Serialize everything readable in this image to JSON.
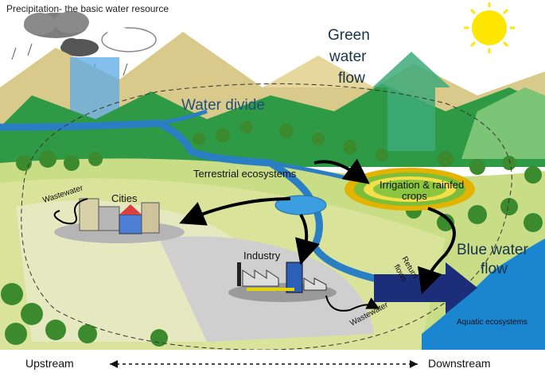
{
  "header": {
    "title": "Precipitation- the basic water resource"
  },
  "labels": {
    "green_water_line1": "Green",
    "green_water_line2": "water",
    "green_water_line3": "flow",
    "water_divide": "Water divide",
    "terrestrial": "Terrestrial ecosystems",
    "irrigation_line1": "Irrigation & rainfed",
    "irrigation_line2": "crops",
    "cities": "Cities",
    "wastewater_city": "Wastewater",
    "industry": "Industry",
    "wastewater_industry": "Wastewater",
    "return_line1": "Return",
    "return_line2": "flows",
    "blue_line1": "Blue water",
    "blue_line2": "flow",
    "aquatic": "Aquatic ecosystems"
  },
  "footer": {
    "upstream": "Upstream",
    "downstream": "Downstream"
  },
  "colors": {
    "sky": "#ffffff",
    "sun": "#ffe600",
    "mountain": "#d9c98a",
    "green_hill": "#2e9a45",
    "river": "#2a7fc4",
    "ocean": "#1a86d0",
    "green_arrow": "#3daa7a",
    "blue_arrow": "#1c2e7a",
    "rain_column": "#5aa9e6"
  }
}
